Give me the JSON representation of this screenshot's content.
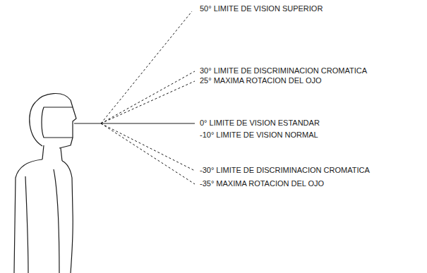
{
  "diagram": {
    "labels": [
      "50° LIMITE DE VISION SUPERIOR",
      "30° LIMITE DE DISCRIMINACION CROMATICA",
      "25° MAXIMA ROTACION DEL OJO",
      "0° LIMITE DE VISION ESTANDAR",
      "-10° LIMITE DE VISION NORMAL",
      "-30° LIMITE DE DISCRIMINACION CROMATICA",
      "-35° MAXIMA ROTACION DEL OJO"
    ]
  }
}
